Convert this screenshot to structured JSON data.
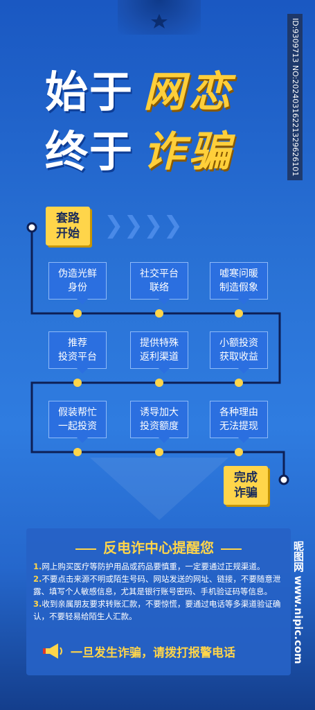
{
  "title": {
    "line1_white": "始于",
    "line1_yellow": "网恋",
    "line2_white": "终于",
    "line2_yellow": "诈骗"
  },
  "watermark_id": "ID:9309713 NO:20240316221329626101",
  "flow": {
    "start_tag": [
      "套路",
      "开始"
    ],
    "end_tag": [
      "完成",
      "诈骗"
    ],
    "steps": [
      [
        "伪造光鲜",
        "身份"
      ],
      [
        "社交平台",
        "联络"
      ],
      [
        "嘘寒问暖",
        "制造假象"
      ],
      [
        "推荐",
        "投资平台"
      ],
      [
        "提供特殊",
        "返利渠道"
      ],
      [
        "小额投资",
        "获取收益"
      ],
      [
        "假装帮忙",
        "一起投资"
      ],
      [
        "诱导加大",
        "投资额度"
      ],
      [
        "各种理由",
        "无法提现"
      ]
    ]
  },
  "notice": {
    "title": "反电诈中心提醒您",
    "items": [
      {
        "num": "1.",
        "text": "网上购买医疗等防护用品或药品要慎重，一定要通过正规渠道。"
      },
      {
        "num": "2.",
        "text": "不要点击来源不明或陌生号码、网站发送的网址、链接，不要随意泄露、填写个人敏感信息，尤其是银行账号密码、手机验证码等信息。"
      },
      {
        "num": "3.",
        "text": "收到亲属朋友要求转账汇款，不要惊慌，要通过电话等多渠道验证确认，不要轻易给陌生人汇款。"
      }
    ],
    "alarm": "一旦发生诈骗，请拨打报警电话"
  },
  "site_watermark": "昵图网 www.nipic.com",
  "colors": {
    "accent": "#ffd54a",
    "card": "#2b6fe0",
    "bg": "#2a73d6"
  }
}
